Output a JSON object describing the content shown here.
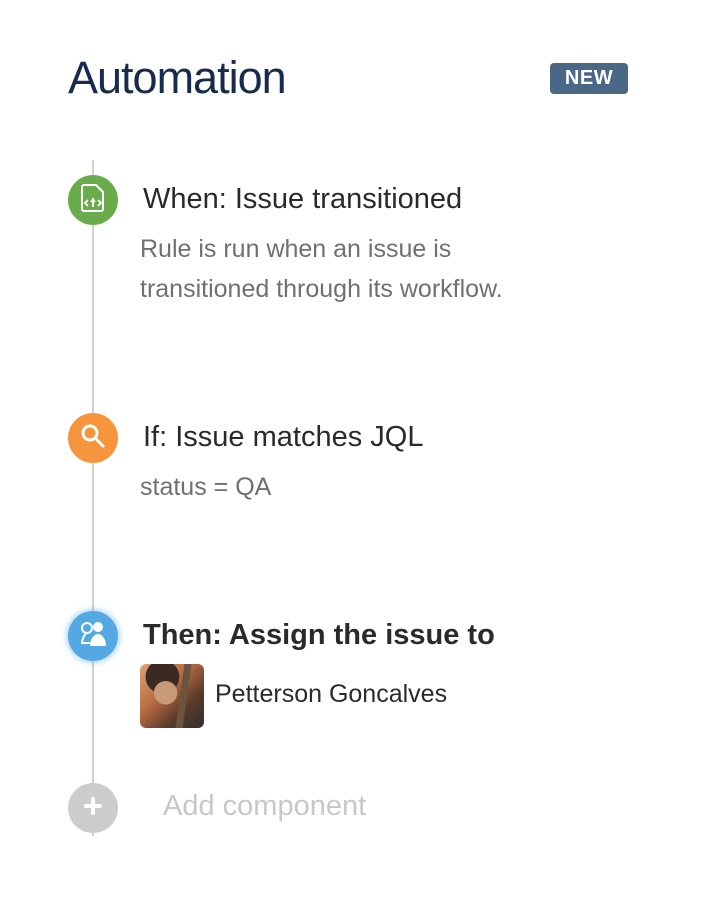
{
  "header": {
    "title": "Automation",
    "badge": "NEW"
  },
  "colors": {
    "title": "#172b4d",
    "badge": "#4a6785",
    "when": "#6aac4b",
    "if": "#f6953b",
    "then": "#54a9e3",
    "add": "#cccccc"
  },
  "steps": [
    {
      "title": "When: Issue transitioned",
      "description": [
        "Rule is run when an issue is",
        "transitioned through its workflow."
      ],
      "icon": "file-code-icon"
    },
    {
      "title": "If: Issue matches JQL",
      "description": [
        "status = QA"
      ],
      "icon": "search-icon"
    },
    {
      "title": "Then: Assign the issue to",
      "assignee": "Petterson Goncalves",
      "icon": "users-icon"
    }
  ],
  "add_component": {
    "label": "Add component",
    "icon": "plus-icon"
  }
}
